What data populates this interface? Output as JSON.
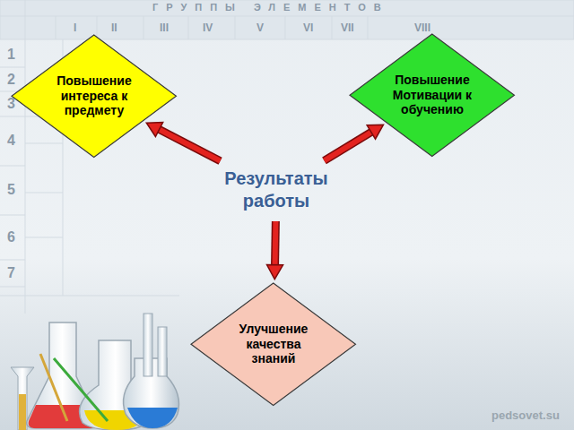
{
  "diagram": {
    "nodes": [
      {
        "text": [
          "Результаты работы"
        ]
      },
      {
        "text": [
          "Повышение интереса к предмету"
        ]
      },
      {
        "text": [
          "Повышение Мотивации к обучению"
        ]
      },
      {
        "text": [
          "Улучшение качества знаний"
        ]
      }
    ],
    "edges": [
      {
        "from": 0,
        "to": 1,
        "arrow": "to"
      },
      {
        "from": 0,
        "to": 2,
        "arrow": "to"
      },
      {
        "from": 0,
        "to": 3,
        "arrow": "to"
      }
    ],
    "labels": [
      "ГРУППЫ ЭЛЕМЕНТОВ",
      "I",
      "II",
      "III",
      "IV",
      "V",
      "VI",
      "VII",
      "VIII",
      "1",
      "2",
      "3",
      "4",
      "5",
      "6",
      "7",
      "pedsovet.su"
    ]
  }
}
